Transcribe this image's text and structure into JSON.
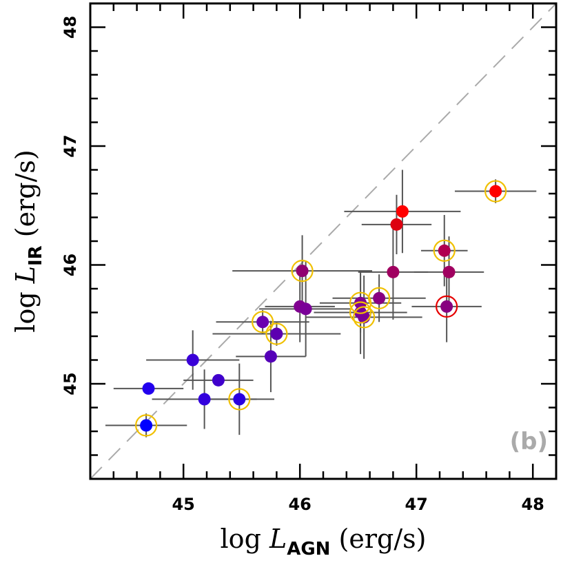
{
  "chart_data": {
    "type": "scatter",
    "xlabel": {
      "prefix": "log ",
      "symbol": "L",
      "subscript": "AGN",
      "suffix": " (erg/s)"
    },
    "ylabel": {
      "prefix": "log ",
      "symbol": "L",
      "subscript": "IR",
      "suffix": " (erg/s)"
    },
    "xlim": [
      44.2,
      48.2
    ],
    "ylim": [
      44.2,
      48.2
    ],
    "xticks": [
      "45",
      "46",
      "47",
      "48"
    ],
    "yticks": [
      "45",
      "46",
      "47",
      "48"
    ],
    "panel_label": "(b)",
    "reference_line": {
      "style": "dashed",
      "slope": 1,
      "intercept": 0,
      "color": "#aaaaaa"
    },
    "errorbar_color": "#555555",
    "highlight_ring_colors": {
      "yellow": "#f0c000",
      "red": "#e60000"
    },
    "points": [
      {
        "x": 44.68,
        "y": 44.65,
        "xerr": [
          0.35,
          0.35
        ],
        "yerr": [
          0.1,
          0.1
        ],
        "color": "#0000ff",
        "ring": "yellow"
      },
      {
        "x": 44.7,
        "y": 44.96,
        "xerr": [
          0.3,
          0.3
        ],
        "yerr": [
          0.0,
          0.0
        ],
        "color": "#2200ee",
        "ring": null
      },
      {
        "x": 45.08,
        "y": 45.2,
        "xerr": [
          0.4,
          0.4
        ],
        "yerr": [
          0.25,
          0.25
        ],
        "color": "#3a00d8",
        "ring": null
      },
      {
        "x": 45.18,
        "y": 44.87,
        "xerr": [
          0.45,
          0.45
        ],
        "yerr": [
          0.25,
          0.25
        ],
        "color": "#3300dd",
        "ring": null
      },
      {
        "x": 45.3,
        "y": 45.03,
        "xerr": [
          0.3,
          0.3
        ],
        "yerr": [
          0.0,
          0.0
        ],
        "color": "#4000cc",
        "ring": null
      },
      {
        "x": 45.48,
        "y": 44.87,
        "xerr": [
          0.3,
          0.3
        ],
        "yerr": [
          0.3,
          0.3
        ],
        "color": "#2a00e0",
        "ring": "yellow"
      },
      {
        "x": 45.68,
        "y": 45.52,
        "xerr": [
          0.4,
          0.4
        ],
        "yerr": [
          0.1,
          0.1
        ],
        "color": "#6a00b0",
        "ring": "yellow"
      },
      {
        "x": 45.75,
        "y": 45.23,
        "xerr": [
          0.3,
          0.3
        ],
        "yerr": [
          0.3,
          0.3
        ],
        "color": "#5500b8",
        "ring": null
      },
      {
        "x": 45.8,
        "y": 45.42,
        "xerr": [
          0.55,
          0.55
        ],
        "yerr": [
          0.1,
          0.1
        ],
        "color": "#5c00b0",
        "ring": "yellow"
      },
      {
        "x": 46.0,
        "y": 45.65,
        "xerr": [
          0.3,
          0.3
        ],
        "yerr": [
          0.3,
          0.3
        ],
        "color": "#800090",
        "ring": null
      },
      {
        "x": 46.02,
        "y": 45.95,
        "xerr": [
          0.6,
          0.6
        ],
        "yerr": [
          0.3,
          0.3
        ],
        "color": "#900070",
        "ring": "yellow"
      },
      {
        "x": 46.05,
        "y": 45.63,
        "xerr": [
          0.4,
          0.4
        ],
        "yerr": [
          0.4,
          0.4
        ],
        "color": "#7a0098",
        "ring": null
      },
      {
        "x": 46.52,
        "y": 45.68,
        "xerr": [
          0.35,
          0.35
        ],
        "yerr": [
          0.25,
          0.25
        ],
        "color": "#800090",
        "ring": "yellow"
      },
      {
        "x": 46.52,
        "y": 45.6,
        "xerr": [
          0.4,
          0.4
        ],
        "yerr": [
          0.35,
          0.35
        ],
        "color": "#780098",
        "ring": "yellow"
      },
      {
        "x": 46.55,
        "y": 45.56,
        "xerr": [
          0.5,
          0.5
        ],
        "yerr": [
          0.35,
          0.35
        ],
        "color": "#7a0096",
        "ring": "yellow"
      },
      {
        "x": 46.68,
        "y": 45.72,
        "xerr": [
          0.4,
          0.4
        ],
        "yerr": [
          0.2,
          0.2
        ],
        "color": "#880080",
        "ring": "yellow"
      },
      {
        "x": 46.8,
        "y": 45.94,
        "xerr": [
          0.3,
          0.3
        ],
        "yerr": [
          0.4,
          0.4
        ],
        "color": "#a00060",
        "ring": null
      },
      {
        "x": 46.83,
        "y": 46.34,
        "xerr": [
          0.3,
          0.3
        ],
        "yerr": [
          0.25,
          0.25
        ],
        "color": "#dd0010",
        "ring": null
      },
      {
        "x": 46.88,
        "y": 46.45,
        "xerr": [
          0.5,
          0.5
        ],
        "yerr": [
          0.35,
          0.35
        ],
        "color": "#ff0000",
        "ring": null
      },
      {
        "x": 47.24,
        "y": 46.12,
        "xerr": [
          0.2,
          0.2
        ],
        "yerr": [
          0.3,
          0.3
        ],
        "color": "#b00050",
        "ring": "yellow"
      },
      {
        "x": 47.26,
        "y": 45.65,
        "xerr": [
          0.3,
          0.3
        ],
        "yerr": [
          0.3,
          0.3
        ],
        "color": "#880080",
        "ring": "red"
      },
      {
        "x": 47.28,
        "y": 45.94,
        "xerr": [
          0.3,
          0.3
        ],
        "yerr": [
          0.3,
          0.3
        ],
        "color": "#a00060",
        "ring": null
      },
      {
        "x": 47.68,
        "y": 46.62,
        "xerr": [
          0.35,
          0.35
        ],
        "yerr": [
          0.1,
          0.1
        ],
        "color": "#ff0000",
        "ring": "yellow"
      }
    ]
  }
}
